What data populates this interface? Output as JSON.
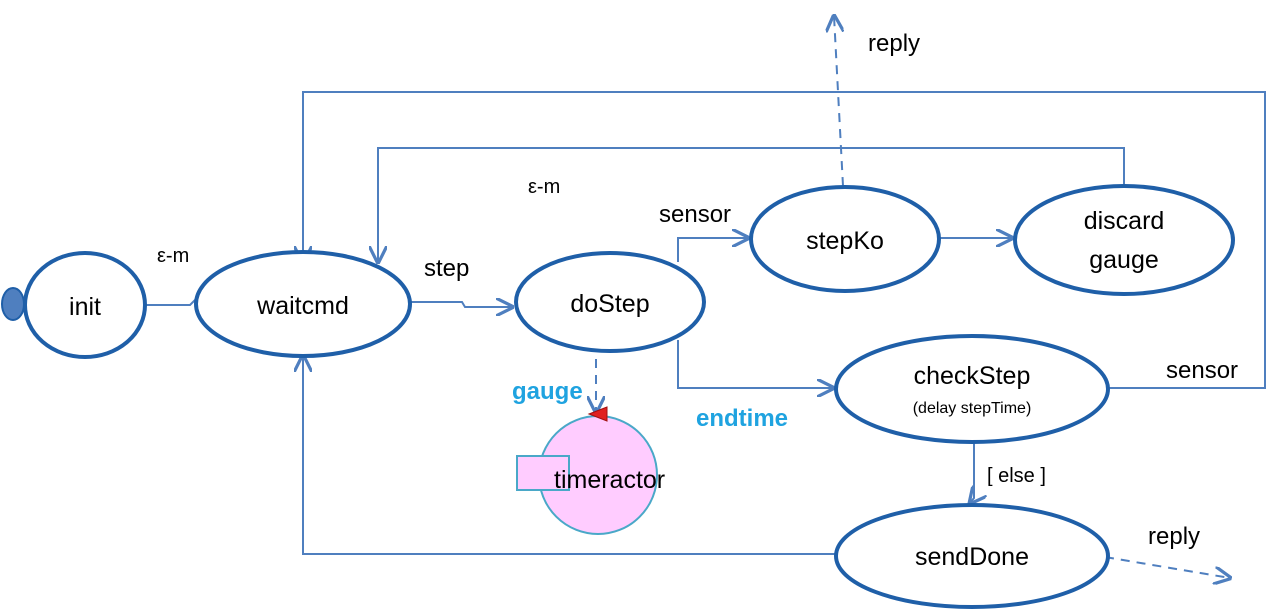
{
  "states": {
    "init": "init",
    "waitcmd": "waitcmd",
    "doStep": "doStep",
    "stepKo": "stepKo",
    "discard_line1": "discard",
    "discard_line2": "gauge",
    "checkStep": "checkStep",
    "checkStep_sub": "(delay stepTime)",
    "sendDone": "sendDone"
  },
  "actor": {
    "name": "timeractor"
  },
  "transitions": {
    "eps_init": "ε-m",
    "eps_loop": "ε-m",
    "step": "step",
    "sensor_doStep": "sensor",
    "sensor_checkStep": "sensor",
    "else": "[ else ]",
    "reply_stepKo": "reply",
    "reply_sendDone": "reply"
  },
  "messages": {
    "gauge": "gauge",
    "endtime": "endtime"
  },
  "colors": {
    "state_border": "#1f5fa8",
    "edge": "#4f7fbf",
    "message_text": "#1fa3e0",
    "actor_fill": "#ffccff",
    "start_marker": "#4f7fbf",
    "event_marker": "#e02020"
  }
}
